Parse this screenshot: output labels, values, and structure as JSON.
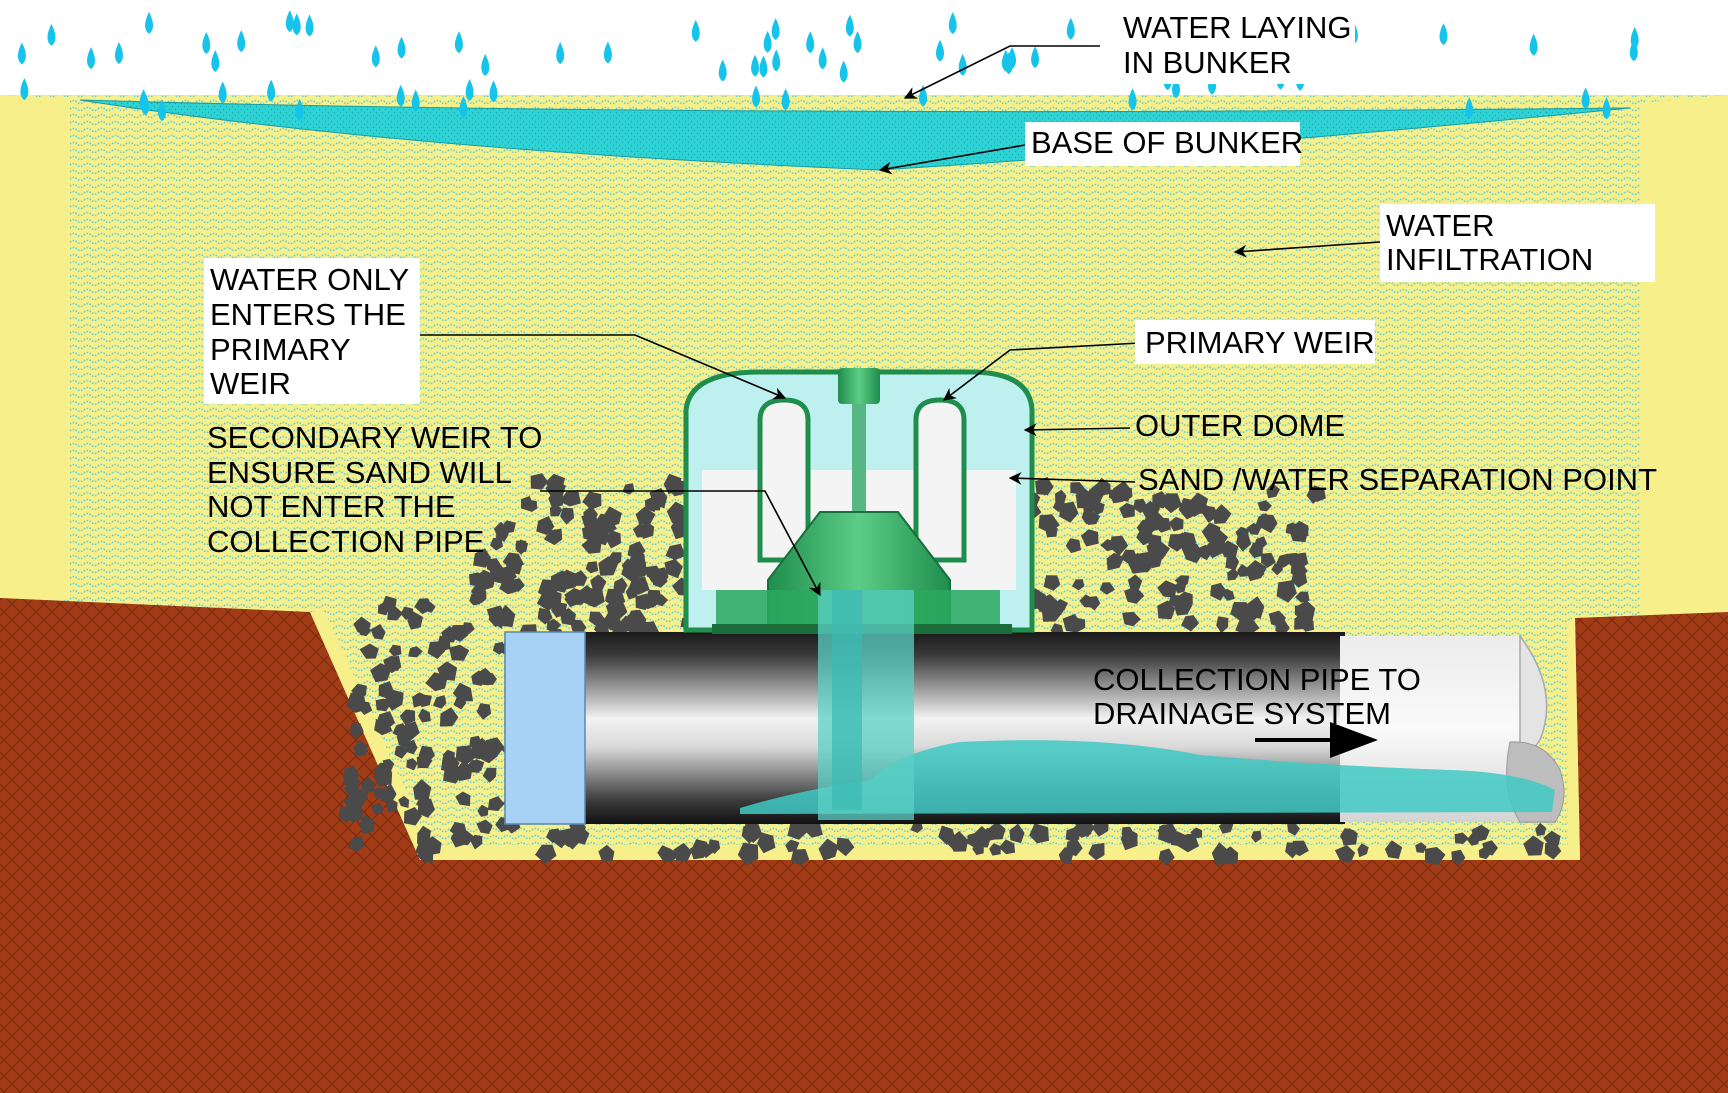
{
  "labels": {
    "water_laying": [
      "WATER LAYING",
      "IN BUNKER"
    ],
    "base_of_bunker": "BASE OF BUNKER",
    "water_infiltration": [
      "WATER",
      "INFILTRATION"
    ],
    "water_only": [
      "WATER ONLY",
      "ENTERS THE",
      "PRIMARY",
      "WEIR"
    ],
    "primary_weir": "PRIMARY WEIR",
    "outer_dome": "OUTER DOME",
    "separation_point": "SAND /WATER SEPARATION POINT",
    "secondary_weir": [
      "SECONDARY WEIR TO",
      "ENSURE SAND WILL",
      "NOT ENTER THE",
      "COLLECTION PIPE"
    ],
    "collection_pipe": [
      "COLLECTION PIPE TO",
      "DRAINAGE SYSTEM"
    ]
  },
  "colors": {
    "sand": "#f7ef8a",
    "water": "#2ed3d6",
    "raindrop": "#16c3ea",
    "soil": "#a23c17",
    "soil_dark": "#7a2a0d",
    "gravel": "#4a4a4a",
    "dome": "#23a05a",
    "pipe_end": "#a8d2f5"
  },
  "icons": [
    "raindrop-icon",
    "flow-arrow-icon"
  ]
}
